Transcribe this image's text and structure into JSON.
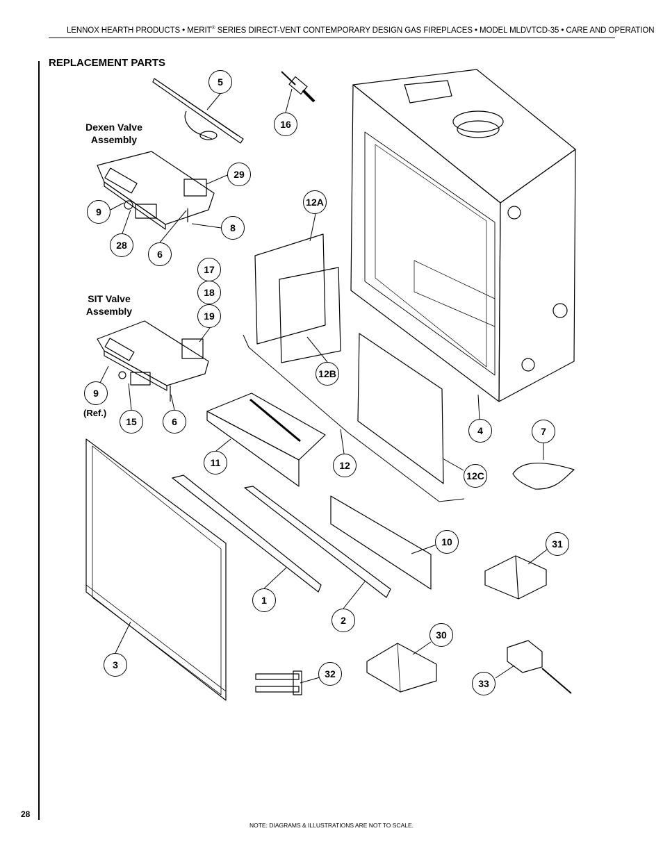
{
  "header": {
    "before_mark": "LENNOX HEARTH PRODUCTS  •  MERIT",
    "mark": "®",
    "after_mark": " SERIES DIRECT-VENT CONTEMPORARY DESIGN GAS FIREPLACES  •  MODEL MLDVTCD-35  •  CARE AND OPERATION"
  },
  "section_title": "REPLACEMENT PARTS",
  "assemblies": {
    "dexen": {
      "line1": "Dexen Valve",
      "line2": "Assembly"
    },
    "sit": {
      "line1": "SIT Valve",
      "line2": "Assembly"
    }
  },
  "ref_note": "(Ref.)",
  "callouts": {
    "c5": "5",
    "c16": "16",
    "c29": "29",
    "c9a": "9",
    "c8": "8",
    "c28": "28",
    "c6a": "6",
    "c12a": "12A",
    "c17": "17",
    "c18": "18",
    "c19": "19",
    "c12b": "12B",
    "c9b": "9",
    "c15": "15",
    "c6b": "6",
    "c4": "4",
    "c7": "7",
    "c11": "11",
    "c12": "12",
    "c12c": "12C",
    "c10": "10",
    "c31": "31",
    "c1": "1",
    "c2": "2",
    "c3": "3",
    "c30": "30",
    "c32": "32",
    "c33": "33"
  },
  "page_number": "28",
  "footnote": "NOTE: DIAGRAMS & ILLUSTRATIONS ARE NOT TO SCALE."
}
